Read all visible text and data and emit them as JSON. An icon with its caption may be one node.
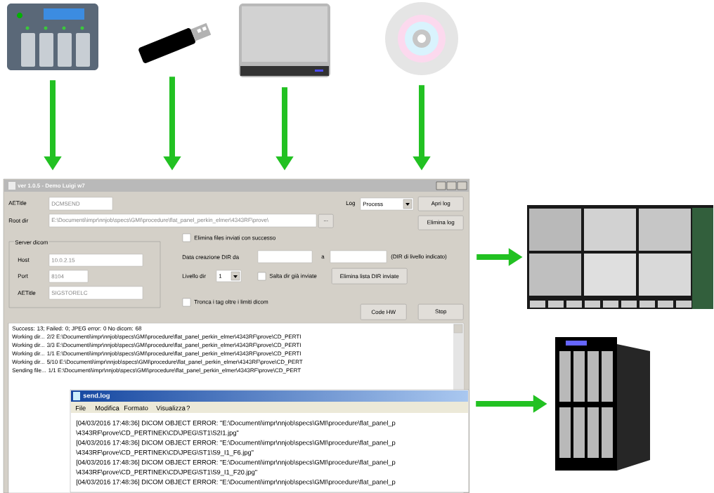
{
  "diagram": {
    "nodes": [
      {
        "text": [],
        "shape": "picture"
      },
      {
        "text": [],
        "shape": "picture"
      },
      {
        "text": [],
        "shape": "picture"
      },
      {
        "text": [],
        "shape": "picture"
      },
      {
        "text": [
          "ver 1.0.5 - Demo Luigi w7"
        ]
      },
      {
        "text": [],
        "shape": "picture"
      },
      {
        "text": [
          "send.log"
        ],
        "in": 4
      },
      {
        "text": [],
        "shape": "picture"
      }
    ],
    "edges": [
      {
        "from": 0,
        "to": 4,
        "arrow": "to"
      },
      {
        "from": 1,
        "to": 4,
        "arrow": "to"
      },
      {
        "from": 2,
        "to": 4,
        "arrow": "to"
      },
      {
        "from": 3,
        "to": 4,
        "arrow": "to"
      },
      {
        "from": 4,
        "to": 5,
        "arrow": "to"
      },
      {
        "from": 6,
        "to": 7,
        "arrow": "to"
      }
    ],
    "labels": [
      "AETitle",
      "DCMSEND",
      "Log",
      "Process",
      "Apri log",
      "Root dir",
      "E:\\Documenti\\impr\\nnjob\\specs\\GMI\\procedure\\flat_panel_perkin_elmer\\4343RF\\prove\\",
      "...",
      "Elimina log",
      "Server dicom",
      "Elimina files inviati con successo",
      "Host",
      "10.0.2.15",
      "Data creazione DIR da",
      "a",
      "(DIR di livello indicato)",
      "Port",
      "8104",
      "Livello dir",
      "1",
      "Salta dir già inviate",
      "Elimina lista DIR inviate",
      "AETitle",
      "SIGSTORELC",
      "Tronca i tag oltre i limiti dicom",
      "Code HW",
      "Stop",
      "Success: 13; Failed: 0; JPEG error: 0 No dicom: 68",
      "Working dir... 2/2 E:\\Documenti\\impr\\nnjob\\specs\\GMI\\procedure\\flat_panel_perkin_elmer\\4343RF\\prove\\CD_PERTI",
      "Working dir... 3/3 E:\\Documenti\\impr\\nnjob\\specs\\GMI\\procedure\\flat_panel_perkin_elmer\\4343RF\\prove\\CD_PERTI",
      "Working dir... 1/1 E:\\Documenti\\impr\\nnjob\\specs\\GMI\\procedure\\flat_panel_perkin_elmer\\4343RF\\prove\\CD_PERTI",
      "Working dir... 5/10 E:\\Documenti\\impr\\nnjob\\specs\\GMI\\procedure\\flat_panel_perkin_elmer\\4343RF\\prove\\CD_PERT",
      "Sending file... 1/1 E:\\Documenti\\impr\\nnjob\\specs\\GMI\\procedure\\flat_panel_perkin_elmer\\4343RF\\prove\\CD_PERT",
      "File",
      "Modifica",
      "Formato",
      "Visualizza",
      "?",
      "[04/03/2016 17:48:36] DICOM OBJECT ERROR: \"E:\\Documenti\\impr\\nnjob\\specs\\GMI\\procedure\\flat_panel_p",
      "\\4343RF\\prove\\CD_PERTINEK\\CD\\JPEG\\ST1\\S2I1.jpg\"",
      "[04/03/2016 17:48:36] DICOM OBJECT ERROR: \"E:\\Documenti\\impr\\nnjob\\specs\\GMI\\procedure\\flat_panel_p",
      "\\4343RF\\prove\\CD_PERTINEK\\CD\\JPEG\\ST1\\S9_I1_F6.jpg\"",
      "[04/03/2016 17:48:36] DICOM OBJECT ERROR: \"E:\\Documenti\\impr\\nnjob\\specs\\GMI\\procedure\\flat_panel_p",
      "\\4343RF\\prove\\CD_PERTINEK\\CD\\JPEG\\ST1\\S9_I1_F20.jpg\"",
      "[04/03/2016 17:48:36] DICOM OBJECT ERROR: \"E:\\Documenti\\impr\\nnjob\\specs\\GMI\\procedure\\flat_panel_p"
    ]
  }
}
